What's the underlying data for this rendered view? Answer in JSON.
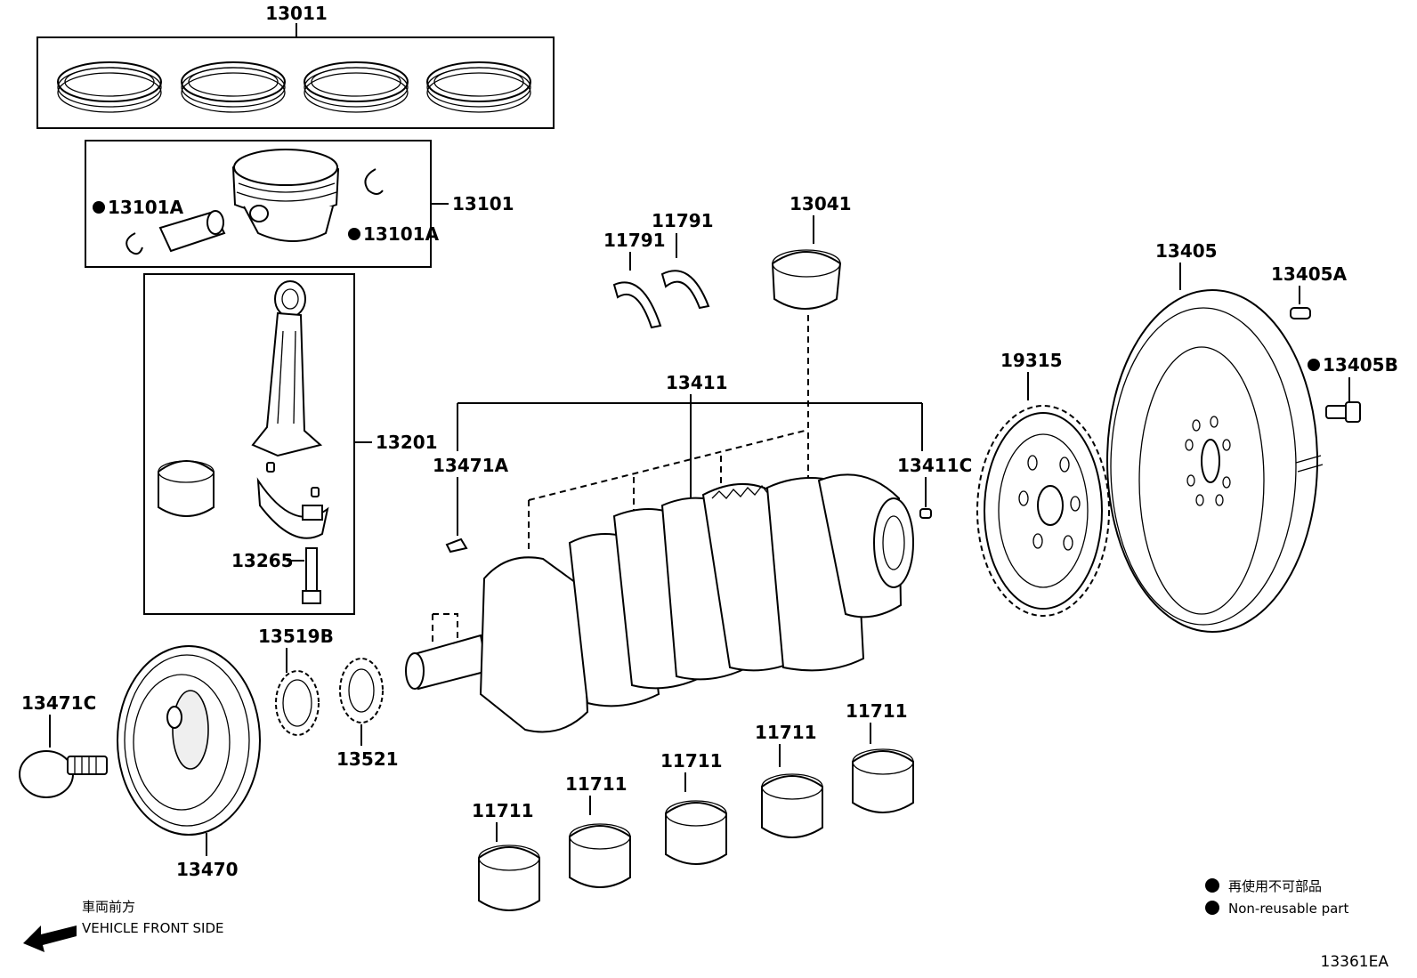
{
  "parts": {
    "p13011": "13011",
    "p13101": "13101",
    "p13101A": "13101A",
    "p13201": "13201",
    "p13265": "13265",
    "p11791": "11791",
    "p13041": "13041",
    "p13411": "13411",
    "p13471A": "13471A",
    "p13411C": "13411C",
    "p19315": "19315",
    "p13405": "13405",
    "p13405A": "13405A",
    "p13405B": "13405B",
    "p13519B": "13519B",
    "p13521": "13521",
    "p13471C": "13471C",
    "p13470": "13470",
    "p11711": "11711"
  },
  "legend": {
    "jp": "再使用不可部品",
    "en": "Non-reusable part"
  },
  "front": {
    "jp": "車両前方",
    "en": "VEHICLE FRONT SIDE"
  },
  "figure_id": "13361EA",
  "marker_icon": "filled-circle"
}
